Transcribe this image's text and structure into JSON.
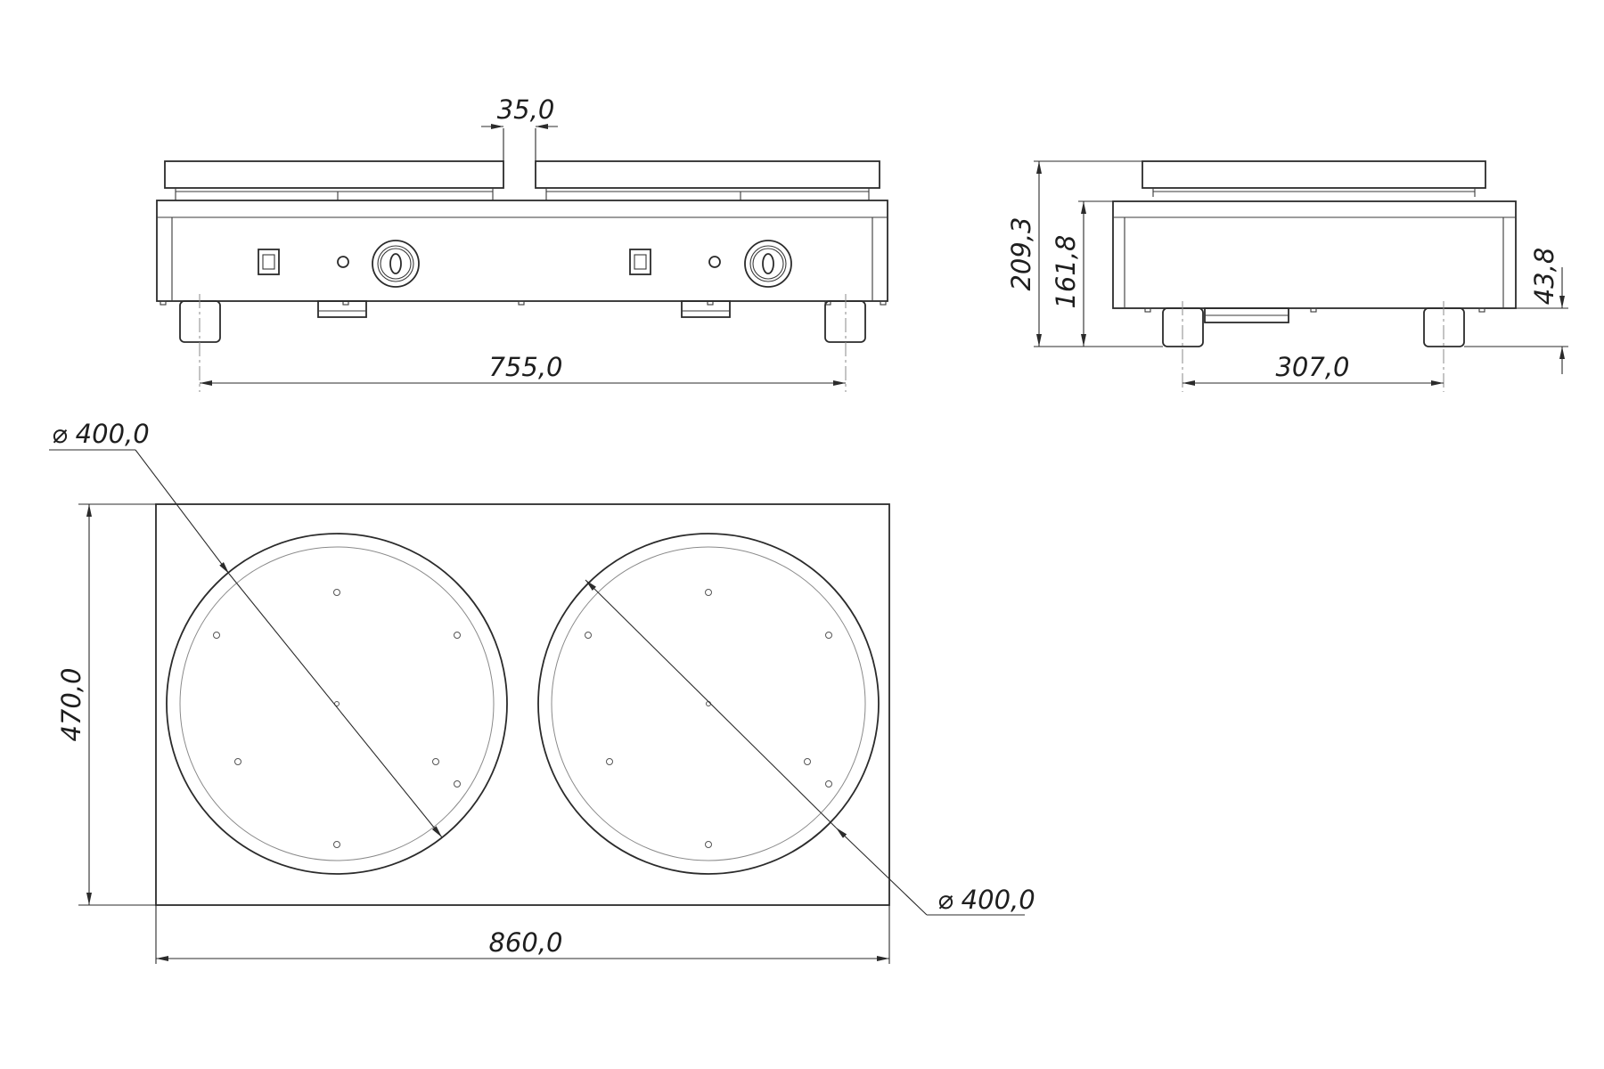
{
  "drawing": {
    "front_view": {
      "gap_label": "35,0",
      "leg_span_label": "755,0"
    },
    "side_view": {
      "total_height_label": "209,3",
      "body_height_label": "161,8",
      "leg_height_label": "43,8",
      "leg_depth_label": "307,0"
    },
    "top_view": {
      "depth_label": "470,0",
      "width_label": "860,0",
      "left_plate_diameter_label": "⌀ 400,0",
      "right_plate_diameter_label": "⌀ 400,0"
    }
  }
}
